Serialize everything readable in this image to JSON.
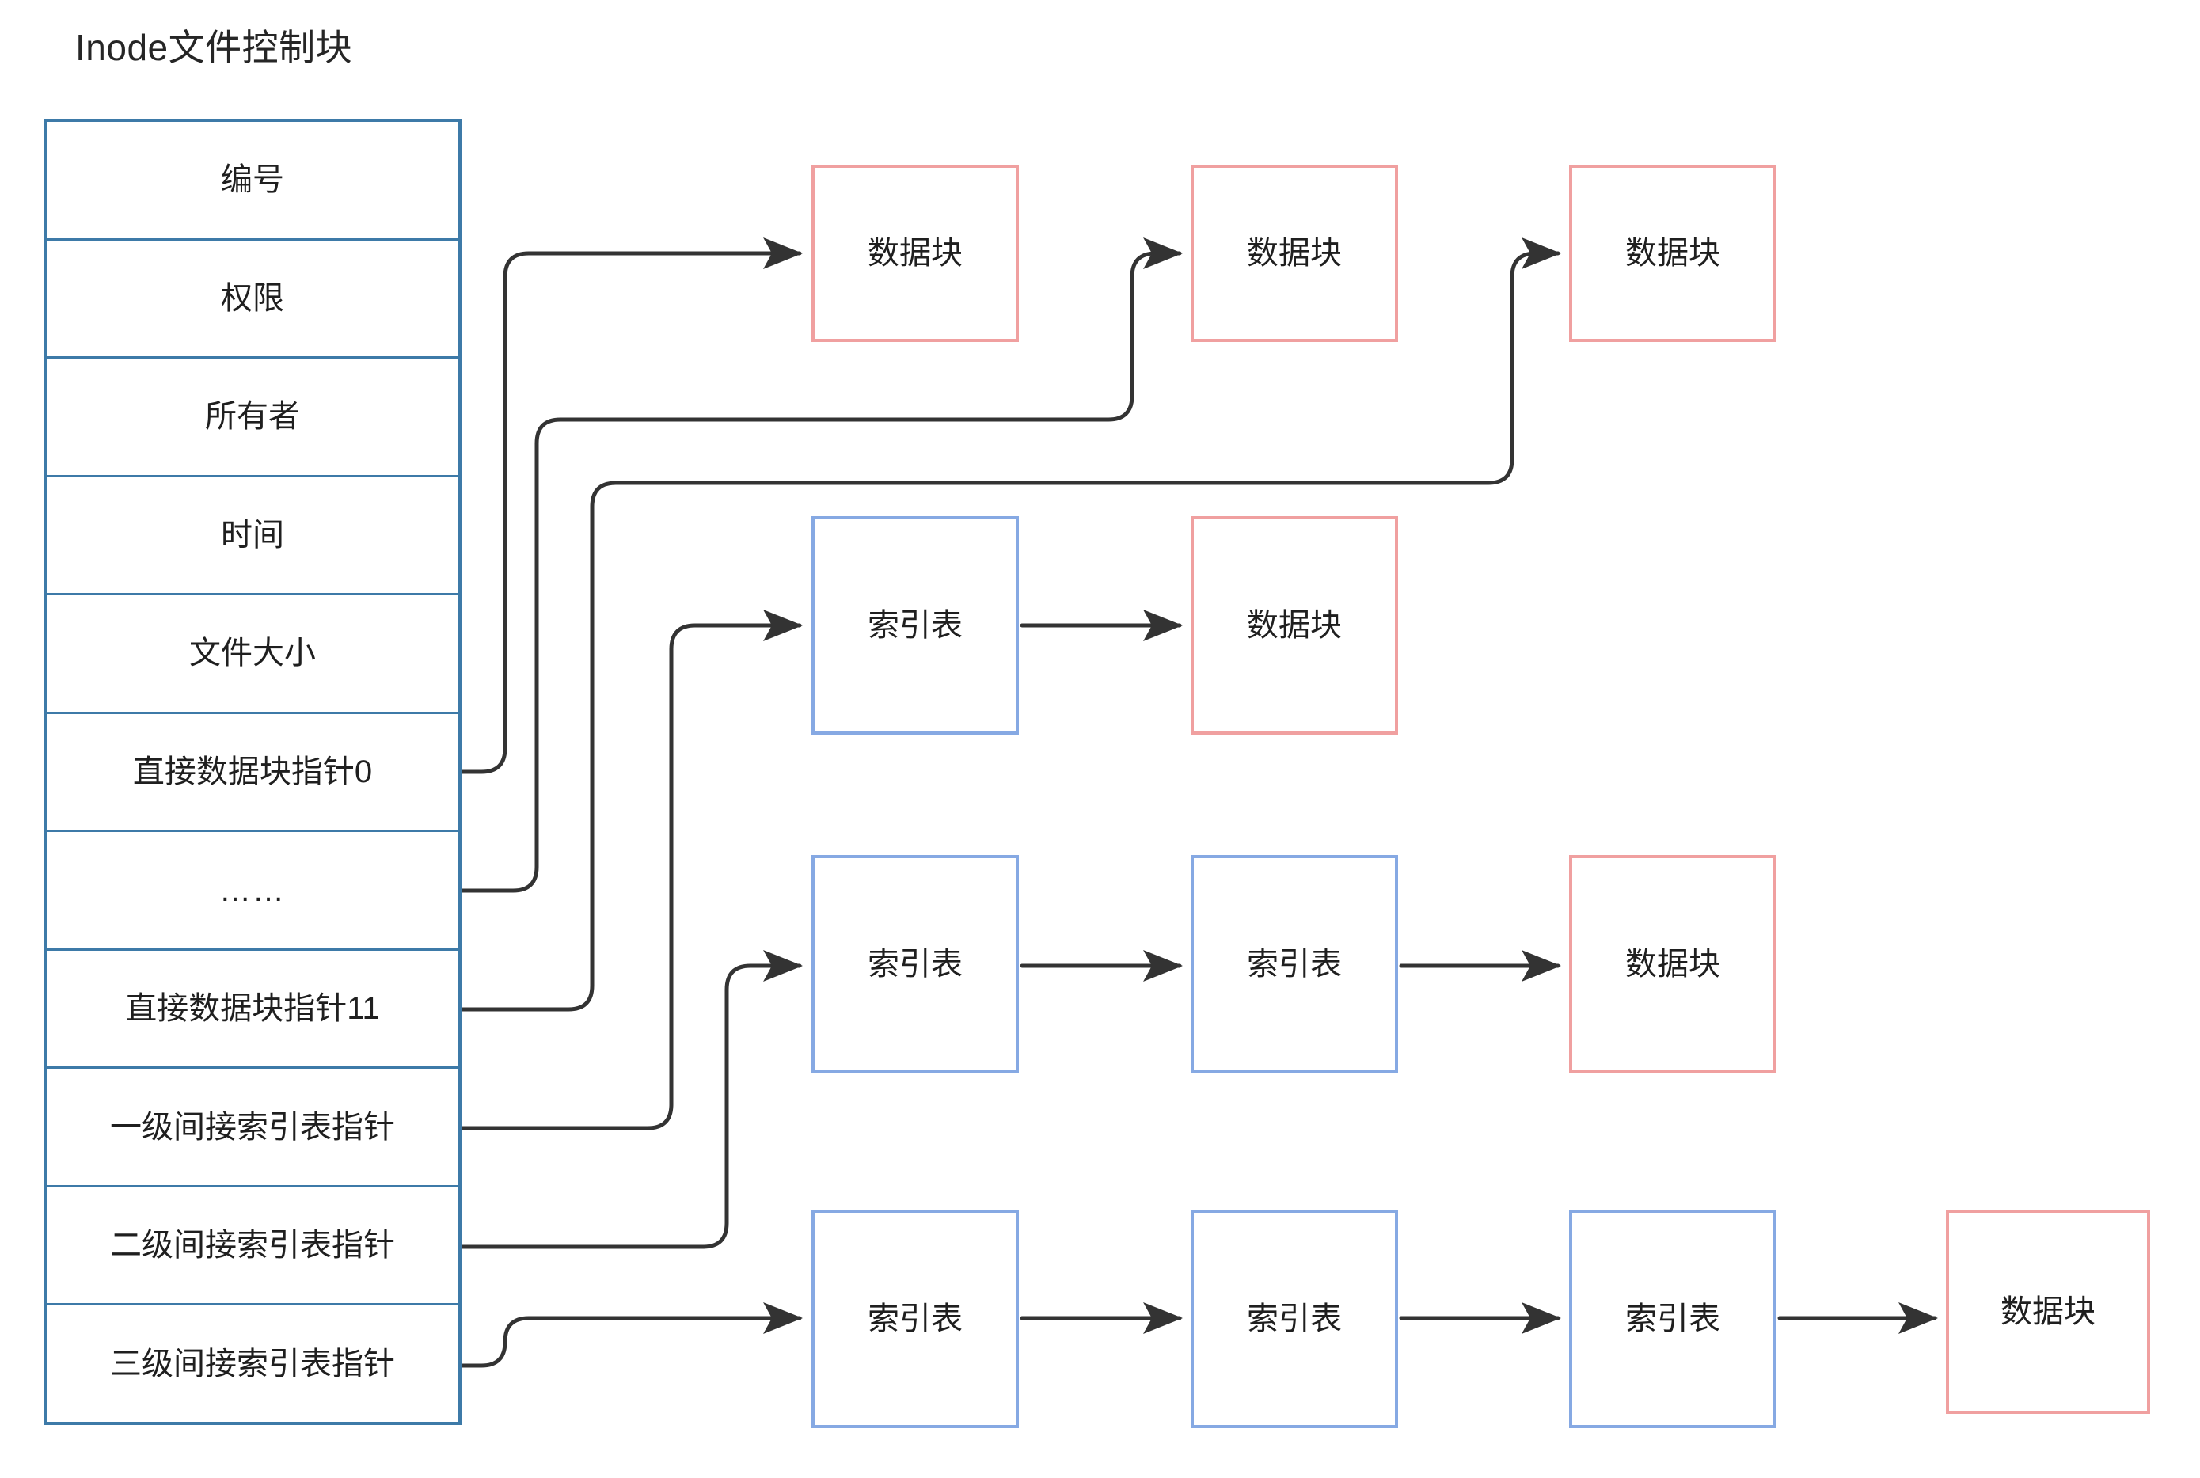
{
  "title": "Inode文件控制块",
  "colors": {
    "inode_border": "#3D7AA8",
    "data_block_border": "#F0A0A0",
    "index_table_border": "#86A9E3",
    "arrow": "#333333",
    "text": "#1f1f1f",
    "background": "#ffffff"
  },
  "inode_table": {
    "name": "Inode文件控制块",
    "rows": [
      {
        "label": "编号"
      },
      {
        "label": "权限"
      },
      {
        "label": "所有者"
      },
      {
        "label": "时间"
      },
      {
        "label": "文件大小"
      },
      {
        "label": "直接数据块指针0"
      },
      {
        "label": "……"
      },
      {
        "label": "直接数据块指针11"
      },
      {
        "label": "一级间接索引表指针"
      },
      {
        "label": "二级间接索引表指针"
      },
      {
        "label": "三级间接索引表指针"
      }
    ]
  },
  "chains": [
    {
      "name": "direct-pointer-0-chain",
      "source_row": "直接数据块指针0",
      "nodes": [
        {
          "label": "数据块",
          "kind": "data-block"
        }
      ]
    },
    {
      "name": "direct-pointer-ellipsis-chain",
      "source_row": "……",
      "nodes": [
        {
          "label": "数据块",
          "kind": "data-block"
        }
      ]
    },
    {
      "name": "direct-pointer-11-chain",
      "source_row": "直接数据块指针11",
      "nodes": [
        {
          "label": "数据块",
          "kind": "data-block"
        }
      ]
    },
    {
      "name": "single-indirect-chain",
      "source_row": "一级间接索引表指针",
      "nodes": [
        {
          "label": "索引表",
          "kind": "index-table"
        },
        {
          "label": "数据块",
          "kind": "data-block"
        }
      ]
    },
    {
      "name": "double-indirect-chain",
      "source_row": "二级间接索引表指针",
      "nodes": [
        {
          "label": "索引表",
          "kind": "index-table"
        },
        {
          "label": "索引表",
          "kind": "index-table"
        },
        {
          "label": "数据块",
          "kind": "data-block"
        }
      ]
    },
    {
      "name": "triple-indirect-chain",
      "source_row": "三级间接索引表指针",
      "nodes": [
        {
          "label": "索引表",
          "kind": "index-table"
        },
        {
          "label": "索引表",
          "kind": "index-table"
        },
        {
          "label": "索引表",
          "kind": "index-table"
        },
        {
          "label": "数据块",
          "kind": "data-block"
        }
      ]
    }
  ],
  "nodes_flat": {
    "r1c1": "数据块",
    "r1c2": "数据块",
    "r1c3": "数据块",
    "r2c1": "索引表",
    "r2c2": "数据块",
    "r3c1": "索引表",
    "r3c2": "索引表",
    "r3c3": "数据块",
    "r4c1": "索引表",
    "r4c2": "索引表",
    "r4c3": "索引表",
    "r4c4": "数据块"
  }
}
